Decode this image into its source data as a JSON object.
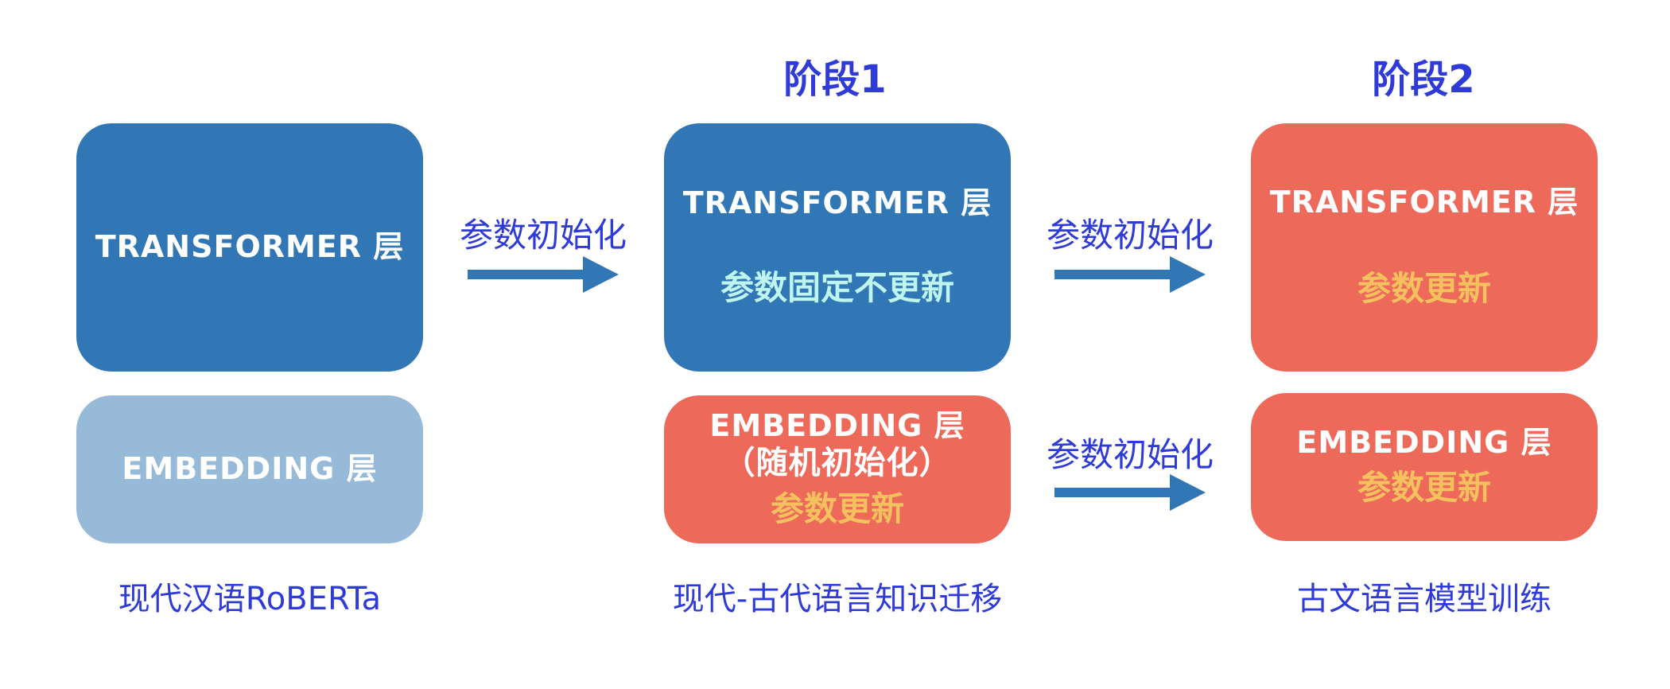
{
  "stages": {
    "stage1_title": "阶段1",
    "stage2_title": "阶段2"
  },
  "column_left": {
    "transformer": "TRANSFORMER 层",
    "embedding": "EMBEDDING 层",
    "caption": "现代汉语RoBERTa"
  },
  "column_middle": {
    "transformer": "TRANSFORMER 层",
    "transformer_note": "参数固定不更新",
    "embedding": "EMBEDDING 层",
    "embedding_note": "（随机初始化）",
    "embedding_update": "参数更新",
    "caption": "现代-古代语言知识迁移"
  },
  "column_right": {
    "transformer": "TRANSFORMER 层",
    "transformer_note": "参数更新",
    "embedding": "EMBEDDING 层",
    "embedding_note": "参数更新",
    "caption": "古文语言模型训练"
  },
  "arrows": {
    "left_to_middle_top": "参数初始化",
    "middle_to_right_top": "参数初始化",
    "middle_to_right_bottom": "参数初始化"
  },
  "colors": {
    "blue": "#3177b6",
    "light_blue": "#98bad9",
    "red": "#ed6a5b",
    "label_blue": "#2f3bd6",
    "cyan_text": "#bff5ef",
    "yellow_text": "#f5c15f"
  }
}
